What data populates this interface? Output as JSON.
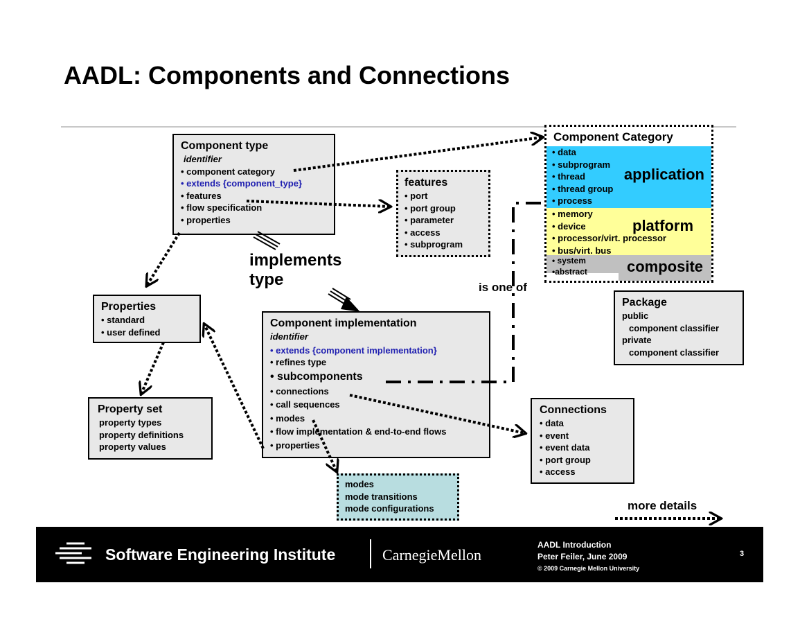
{
  "title": "AADL: Components and Connections",
  "component_type": {
    "heading": "Component type",
    "identifier": "identifier",
    "items": [
      "• component category",
      "• extends {component_type}",
      "• features",
      "• flow specification",
      "• properties"
    ]
  },
  "features": {
    "heading": "features",
    "items": [
      "• port",
      "• port group",
      "• parameter",
      "• access",
      "• subprogram"
    ]
  },
  "category": {
    "heading": "Component Category",
    "application_items": [
      "• data",
      "• subprogram",
      "• thread",
      "• thread group",
      "• process"
    ],
    "application_label": "application",
    "platform_items": [
      "• memory",
      "• device",
      "• processor/virt. processor",
      "• bus/virt. bus"
    ],
    "platform_label": "platform",
    "composite_items": [
      "• system",
      "•abstract"
    ],
    "composite_label": "composite",
    "colors": {
      "application": "#33ccff",
      "platform": "#ffff99",
      "composite": "#c0c0c0"
    }
  },
  "labels": {
    "implements_line1": "implements",
    "implements_line2": "type",
    "is_one_of": "is one of",
    "more_details": "more details"
  },
  "properties": {
    "heading": "Properties",
    "items": [
      "• standard",
      "• user defined"
    ]
  },
  "property_set": {
    "heading": "Property set",
    "items": [
      "property types",
      "property definitions",
      "property values"
    ]
  },
  "implementation": {
    "heading": "Component implementation",
    "identifier": "identifier",
    "items": [
      "• extends {component implementation}",
      "• refines type",
      "• subcomponents",
      "• connections",
      "• call sequences",
      "• modes",
      "• flow implementation & end-to-end flows",
      "• properties"
    ]
  },
  "package": {
    "heading": "Package",
    "items": [
      "public",
      "component classifier",
      "private",
      "component classifier"
    ]
  },
  "connections": {
    "heading": "Connections",
    "items": [
      "• data",
      "• event",
      "• event data",
      "• port group",
      "• access"
    ]
  },
  "modes": {
    "items": [
      "modes",
      "mode transitions",
      "mode configurations"
    ],
    "color": "#b8dde0"
  },
  "footer": {
    "sei": "Software Engineering Institute",
    "cmu": "CarnegieMellon",
    "line1": "AADL Introduction",
    "line2": "Peter Feiler, June 2009",
    "line3": "© 2009 Carnegie Mellon University",
    "page": "3"
  }
}
